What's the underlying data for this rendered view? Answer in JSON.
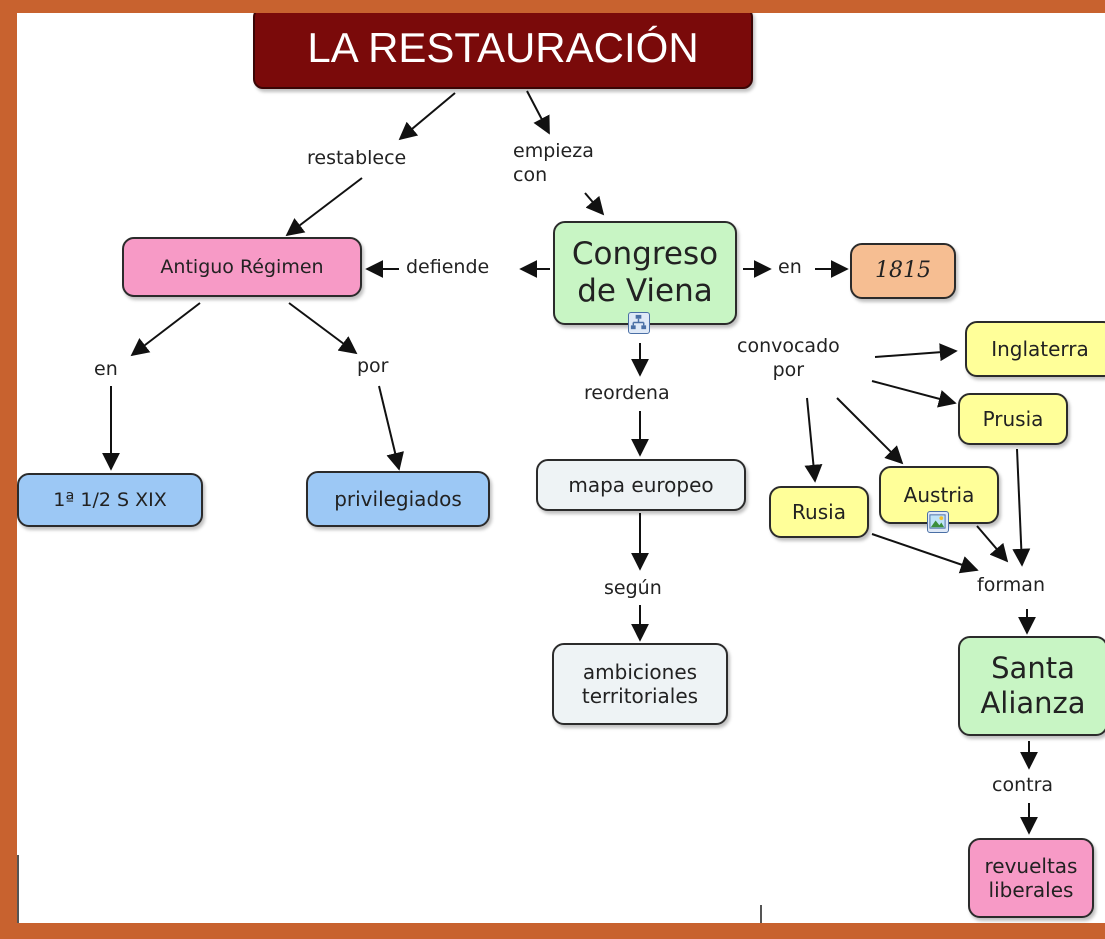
{
  "title": "LA RESTAURACIÓN",
  "nodes": {
    "antiguo_regimen": "Antiguo Régimen",
    "congreso": "Congreso\nde Viena",
    "year": "1815",
    "inglaterra": "Inglaterra",
    "prusia": "Prusia",
    "austria": "Austria",
    "rusia": "Rusia",
    "siglo": "1ª 1/2 S XIX",
    "privilegiados": "privilegiados",
    "mapa": "mapa europeo",
    "ambiciones": "ambiciones\nterritoriales",
    "santa_alianza": "Santa\nAlianza",
    "revueltas": "revueltas\nliberales"
  },
  "links": {
    "restablece": "restablece",
    "empieza_con": "empieza\ncon",
    "defiende": "defiende",
    "en_year": "en",
    "convocado_por": "convocado\npor",
    "en_siglo": "en",
    "por": "por",
    "reordena": "reordena",
    "segun": "según",
    "forman": "forman",
    "contra": "contra"
  },
  "colors": {
    "title_bg": "#7a0a0a",
    "pink": "#f79ac6",
    "green": "#c8f5c4",
    "orange": "#f6be92",
    "yellow": "#ffff99",
    "blue": "#9cc8f5",
    "light": "#eef3f5",
    "background": "#c8622f"
  },
  "icons": [
    "concept-map-icon",
    "image-icon"
  ]
}
